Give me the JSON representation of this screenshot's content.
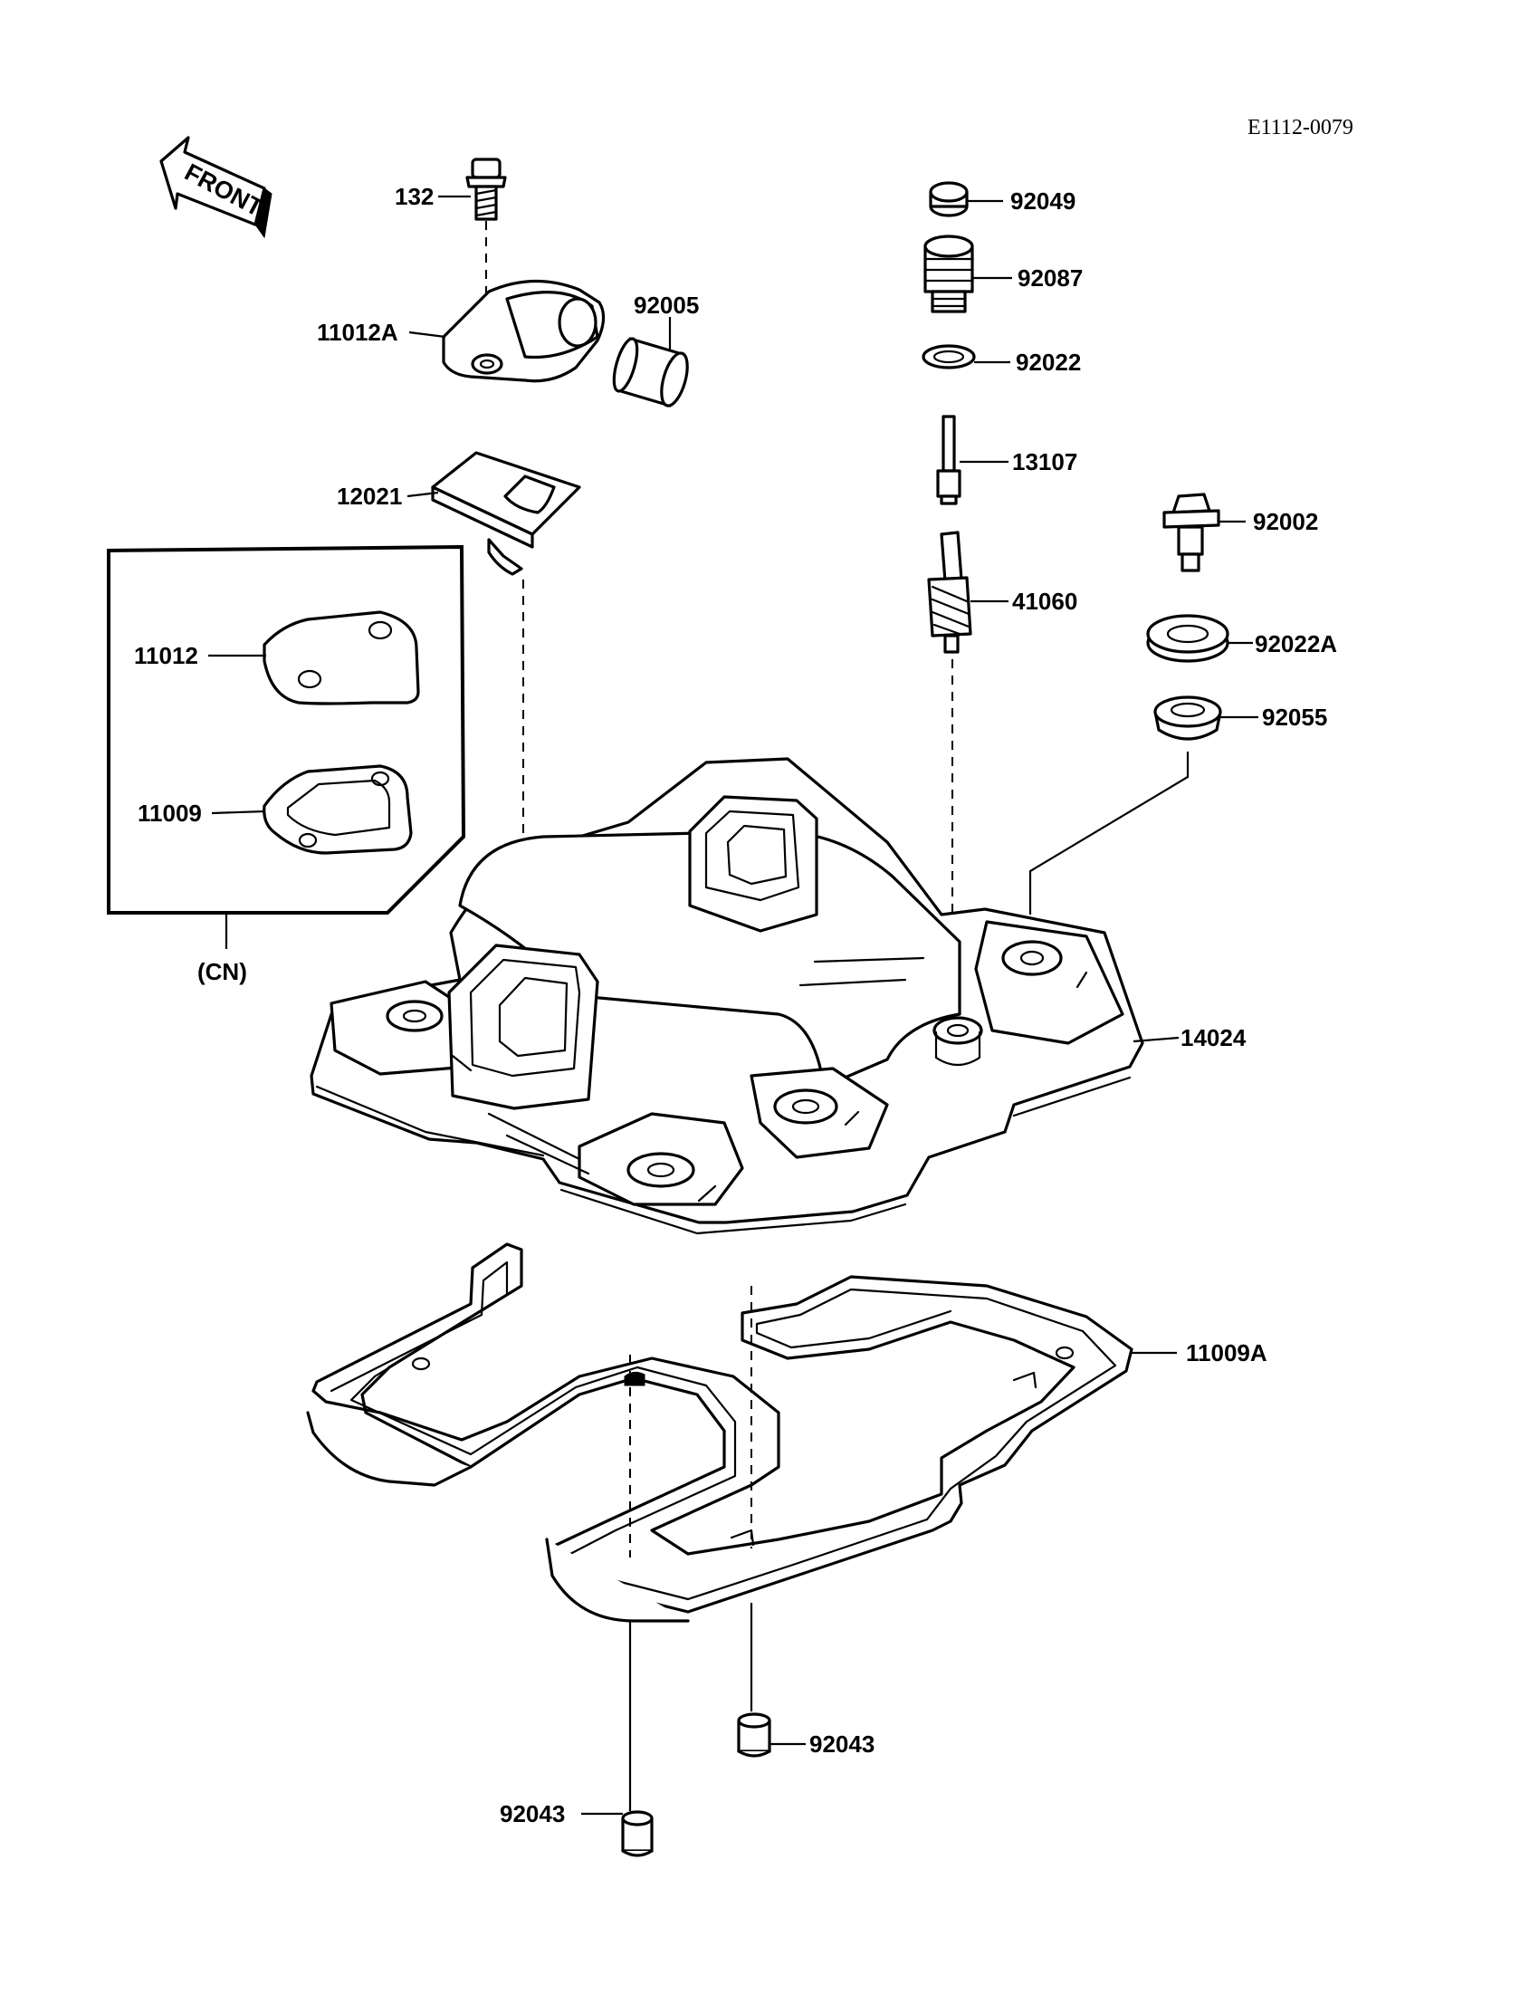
{
  "diagram": {
    "reference_code": "E1112-0079",
    "front_label": "FRONT",
    "group_label": "(CN)"
  },
  "parts": [
    {
      "id": "132",
      "label": "132"
    },
    {
      "id": "11012A",
      "label": "11012A"
    },
    {
      "id": "92005",
      "label": "92005"
    },
    {
      "id": "12021",
      "label": "12021"
    },
    {
      "id": "11012",
      "label": "11012"
    },
    {
      "id": "11009",
      "label": "11009"
    },
    {
      "id": "92049",
      "label": "92049"
    },
    {
      "id": "92087",
      "label": "92087"
    },
    {
      "id": "92022",
      "label": "92022"
    },
    {
      "id": "13107",
      "label": "13107"
    },
    {
      "id": "92002",
      "label": "92002"
    },
    {
      "id": "41060",
      "label": "41060"
    },
    {
      "id": "92022A",
      "label": "92022A"
    },
    {
      "id": "92055",
      "label": "92055"
    },
    {
      "id": "14024",
      "label": "14024"
    },
    {
      "id": "11009A",
      "label": "11009A"
    },
    {
      "id": "92043a",
      "label": "92043"
    },
    {
      "id": "92043b",
      "label": "92043"
    }
  ]
}
